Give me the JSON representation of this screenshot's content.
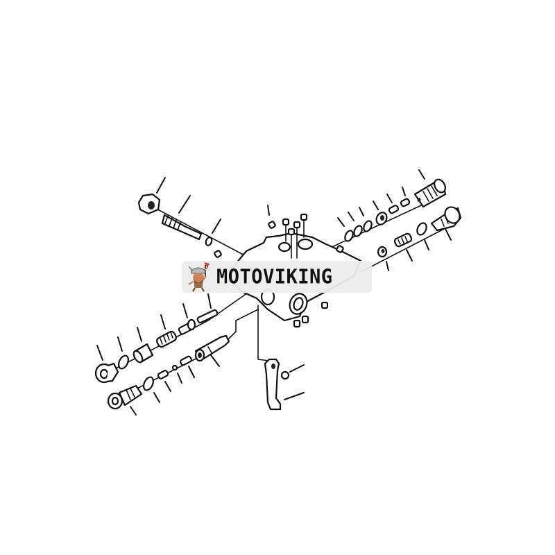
{
  "diagram": {
    "type": "exploded-parts-diagram",
    "subject": "hydraulic control valve assembly",
    "background_color": "#ffffff",
    "line_color": "#111111",
    "parts": {
      "upper_left_group": [
        "hex nut",
        "threaded spool",
        "o-ring"
      ],
      "upper_right_group_a": [
        "o-ring",
        "o-ring",
        "o-ring",
        "seal ring",
        "poppet",
        "spring seat",
        "threaded plug"
      ],
      "upper_right_group_b": [
        "seat",
        "spring",
        "o-ring",
        "relief valve plug"
      ],
      "center": [
        "valve body",
        "cap screws",
        "plugs"
      ],
      "lower_left_group_a": [
        "end plug",
        "o-ring",
        "sleeve",
        "spring",
        "spool",
        "pin"
      ],
      "lower_left_group_b": [
        "plug",
        "o-ring",
        "poppet",
        "ball",
        "spring",
        "valve cartridge"
      ],
      "lower_center": [
        "lever",
        "bushing"
      ]
    }
  },
  "watermark": {
    "brand": "MOTOVIKING",
    "logo_icon": "viking-mascot-icon",
    "background_color": "#ececec",
    "text_color": "#111111"
  }
}
